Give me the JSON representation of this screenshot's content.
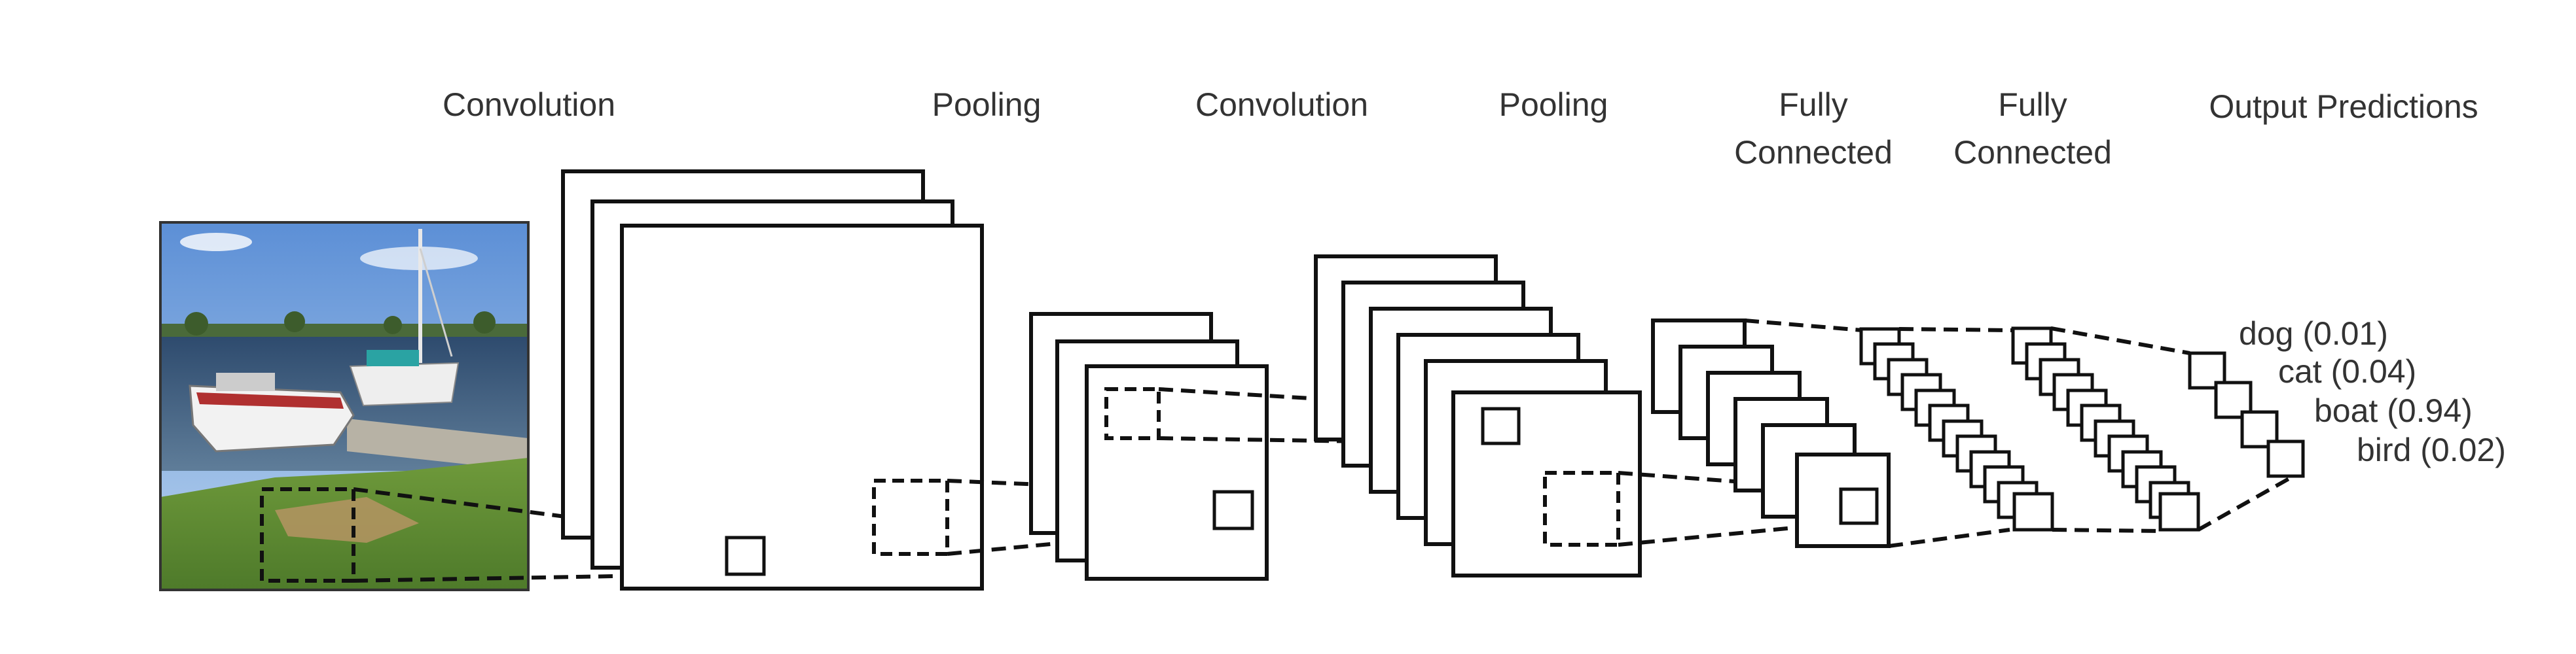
{
  "stages": [
    {
      "id": "conv1",
      "label": "Convolution"
    },
    {
      "id": "pool1",
      "label": "Pooling"
    },
    {
      "id": "conv2",
      "label": "Convolution"
    },
    {
      "id": "pool2",
      "label": "Pooling"
    },
    {
      "id": "fc1",
      "label": [
        "Fully",
        "Connected"
      ]
    },
    {
      "id": "fc2",
      "label": [
        "Fully",
        "Connected"
      ]
    },
    {
      "id": "output",
      "label": "Output Predictions"
    }
  ],
  "predictions": [
    {
      "label": "dog (0.01)",
      "class": "dog",
      "probability": 0.01
    },
    {
      "label": "cat (0.04)",
      "class": "cat",
      "probability": 0.04
    },
    {
      "label": "boat (0.94)",
      "class": "boat",
      "probability": 0.94
    },
    {
      "label": "bird (0.02)",
      "class": "bird",
      "probability": 0.02
    }
  ],
  "input_image": {
    "subject": "motorboat and sailboat moored at a lake dock"
  },
  "colors": {
    "stroke": "#111111",
    "text": "#333333",
    "background": "#ffffff"
  }
}
